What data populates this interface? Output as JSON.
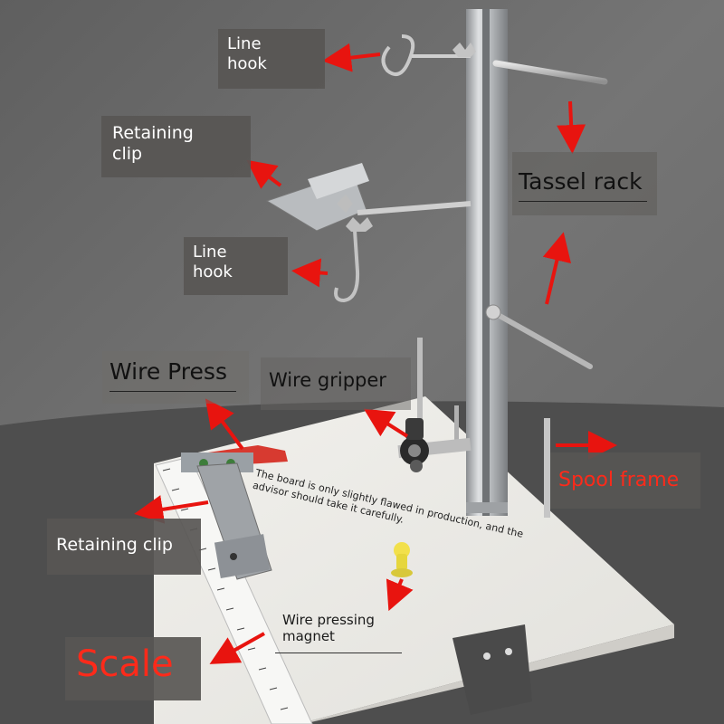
{
  "labels": {
    "line_hook_top": [
      "Line",
      "hook"
    ],
    "retaining_clip_top": [
      "Retaining",
      "clip"
    ],
    "line_hook_mid": [
      "Line",
      "hook"
    ],
    "tassel_rack": "Tassel rack",
    "wire_press": "Wire Press",
    "wire_gripper": "Wire gripper",
    "spool_frame": "Spool frame",
    "retaining_clip_left": "Retaining clip",
    "wire_pressing_magnet": [
      "Wire pressing",
      "magnet"
    ],
    "scale": "Scale"
  },
  "board_note": "The board is only slightly flawed in production, and the advisor should take it carefully.",
  "colors": {
    "wall": "#6b6b6b",
    "board": "#ecebe6",
    "arrow": "#e8140f",
    "label_box": "#585654",
    "scale_red": "#ff2a1a"
  }
}
